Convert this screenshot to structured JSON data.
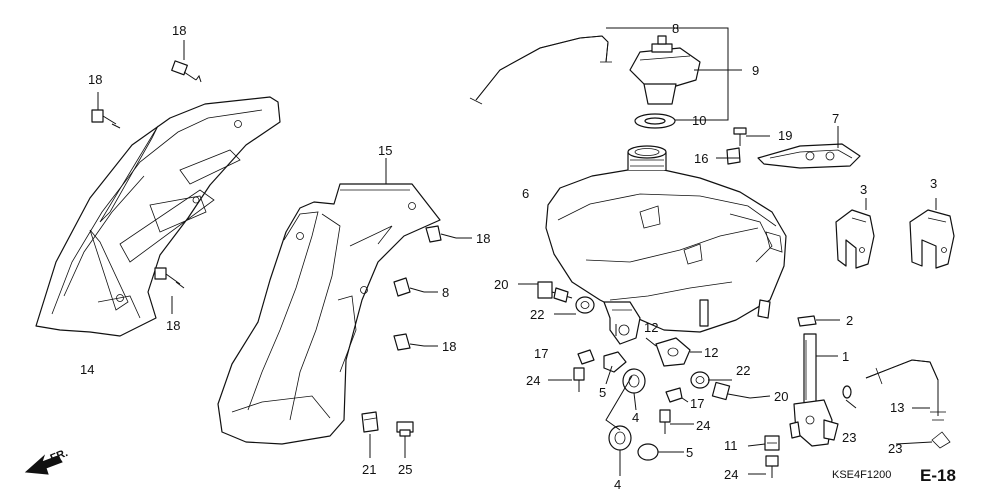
{
  "diagram": {
    "callouts": [
      {
        "id": "c18a",
        "text": "18"
      },
      {
        "id": "c18b",
        "text": "18"
      },
      {
        "id": "c14",
        "text": "14"
      },
      {
        "id": "c18c",
        "text": "18"
      },
      {
        "id": "c15",
        "text": "15"
      },
      {
        "id": "c18d",
        "text": "18"
      },
      {
        "id": "c8b",
        "text": "8"
      },
      {
        "id": "c18e",
        "text": "18"
      },
      {
        "id": "c21",
        "text": "21"
      },
      {
        "id": "c25",
        "text": "25"
      },
      {
        "id": "c8",
        "text": "8"
      },
      {
        "id": "c9",
        "text": "9"
      },
      {
        "id": "c10",
        "text": "10"
      },
      {
        "id": "c19",
        "text": "19"
      },
      {
        "id": "c16",
        "text": "16"
      },
      {
        "id": "c7",
        "text": "7"
      },
      {
        "id": "c6",
        "text": "6"
      },
      {
        "id": "c3a",
        "text": "3"
      },
      {
        "id": "c3b",
        "text": "3"
      },
      {
        "id": "c20a",
        "text": "20"
      },
      {
        "id": "c22a",
        "text": "22"
      },
      {
        "id": "c12a",
        "text": "12"
      },
      {
        "id": "c12b",
        "text": "12"
      },
      {
        "id": "c17a",
        "text": "17"
      },
      {
        "id": "c24a",
        "text": "24"
      },
      {
        "id": "c5a",
        "text": "5"
      },
      {
        "id": "c4a",
        "text": "4"
      },
      {
        "id": "c22b",
        "text": "22"
      },
      {
        "id": "c17b",
        "text": "17"
      },
      {
        "id": "c20b",
        "text": "20"
      },
      {
        "id": "c24b",
        "text": "24"
      },
      {
        "id": "c2",
        "text": "2"
      },
      {
        "id": "c1",
        "text": "1"
      },
      {
        "id": "c13",
        "text": "13"
      },
      {
        "id": "c23a",
        "text": "23"
      },
      {
        "id": "c23b",
        "text": "23"
      },
      {
        "id": "c11",
        "text": "11"
      },
      {
        "id": "c24c",
        "text": "24"
      },
      {
        "id": "c4b",
        "text": "4"
      },
      {
        "id": "c5b",
        "text": "5"
      }
    ],
    "front_label": "FR.",
    "drawing_ref": "KSE4F1200",
    "section_code": "E-18"
  }
}
